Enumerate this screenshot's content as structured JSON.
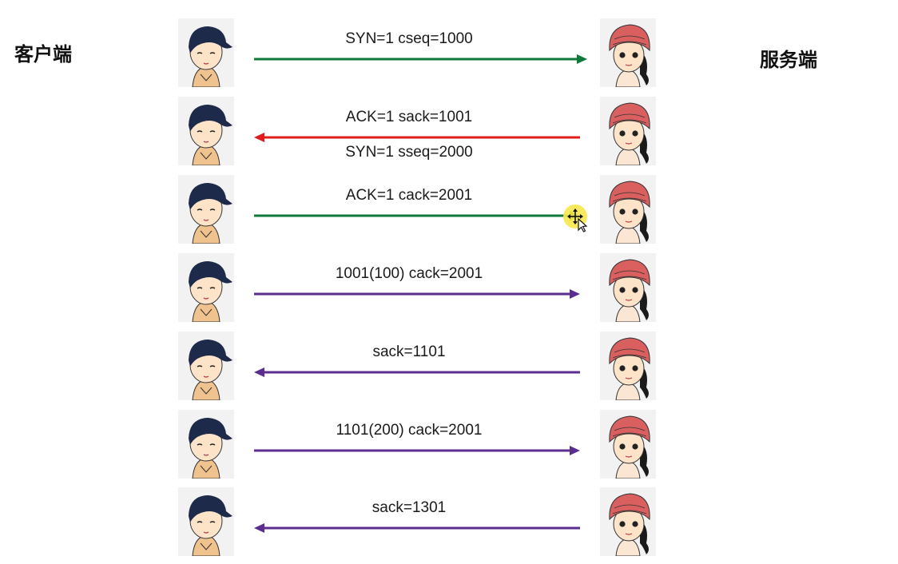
{
  "labels": {
    "client": "客户端",
    "server": "服务端"
  },
  "colors": {
    "syn_green": "#0d7a3a",
    "synack_red": "#e01b1b",
    "data_purple": "#5b2d8e",
    "client_hat": "#1d2a4a",
    "server_hat": "#d9605f",
    "avatar_bg": "#f2f2f2",
    "cursor_highlight": "#f7e84a"
  },
  "icons": {
    "client_avatar": "boy-with-cap-icon",
    "server_avatar": "girl-with-red-hat-icon",
    "cursor": "move-cursor-icon"
  },
  "messages": [
    {
      "lines": [
        "SYN=1 cseq=1000"
      ],
      "direction": "client-to-server",
      "color": "#0d7a3a"
    },
    {
      "lines": [
        "ACK=1 sack=1001",
        "SYN=1 sseq=2000"
      ],
      "direction": "server-to-client",
      "color": "#e01b1b"
    },
    {
      "lines": [
        "ACK=1 cack=2001"
      ],
      "direction": "client-to-server",
      "color": "#0d7a3a"
    },
    {
      "lines": [
        "1001(100) cack=2001"
      ],
      "direction": "client-to-server",
      "color": "#5b2d8e"
    },
    {
      "lines": [
        "sack=1101"
      ],
      "direction": "server-to-client",
      "color": "#5b2d8e"
    },
    {
      "lines": [
        "1101(200) cack=2001"
      ],
      "direction": "client-to-server",
      "color": "#5b2d8e"
    },
    {
      "lines": [
        "sack=1301"
      ],
      "direction": "server-to-client",
      "color": "#5b2d8e"
    }
  ]
}
